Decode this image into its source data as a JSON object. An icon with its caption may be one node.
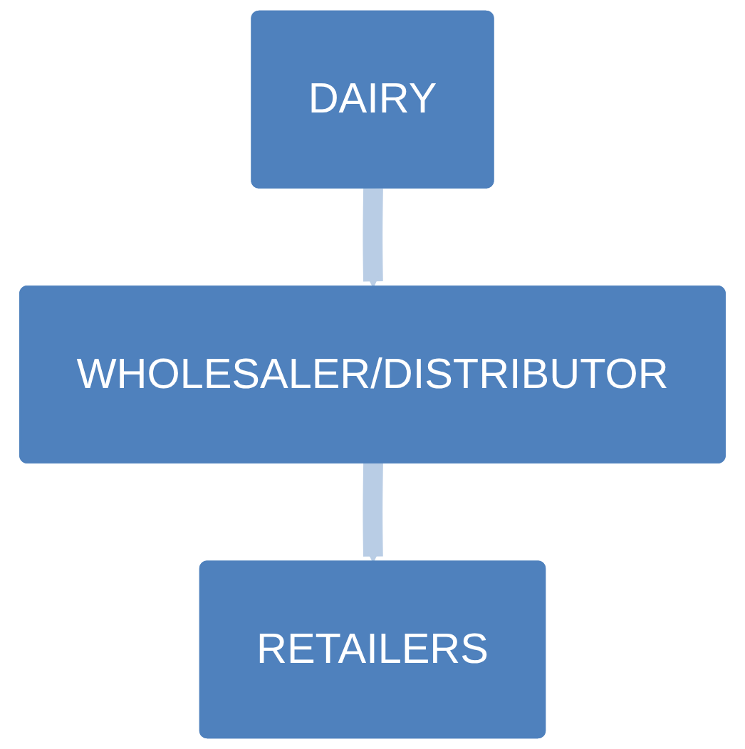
{
  "diagram": {
    "nodes": [
      {
        "text": [
          "DAIRY"
        ]
      },
      {
        "text": [
          "WHOLESALER/DISTRIBUTOR"
        ]
      },
      {
        "text": [
          "RETAILERS"
        ]
      }
    ],
    "edges": [
      {
        "from": 0,
        "to": 1,
        "arrow": "to"
      },
      {
        "from": 1,
        "to": 2,
        "arrow": "to"
      }
    ]
  }
}
